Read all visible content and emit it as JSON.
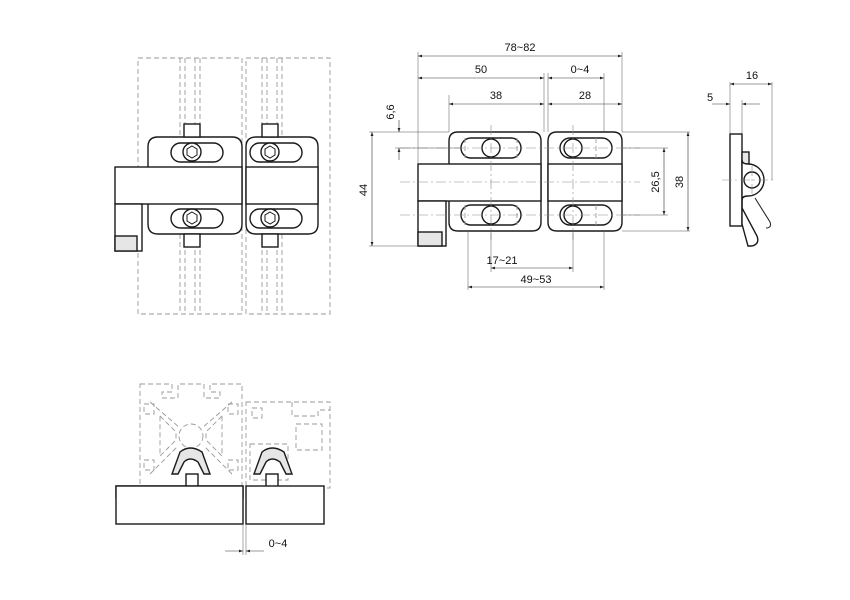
{
  "dimensions": {
    "d_78_82": "78~82",
    "d_50": "50",
    "d_0_4_top": "0~4",
    "d_38_top": "38",
    "d_28": "28",
    "d_6_6": "6,6",
    "d_44": "44",
    "d_26_5": "26,5",
    "d_38_right": "38",
    "d_17_21": "17~21",
    "d_49_53": "49~53",
    "d_16": "16",
    "d_5": "5",
    "d_0_4_bottom": "0~4"
  }
}
